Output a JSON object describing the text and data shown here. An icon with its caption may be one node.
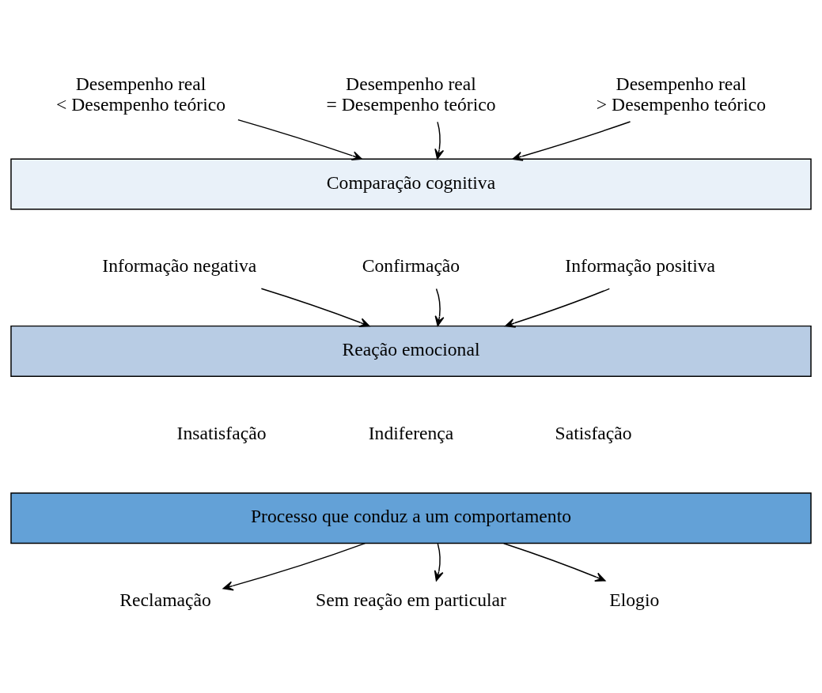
{
  "diagram": {
    "nodes": [
      {
        "text": [
          "Desempenho real",
          "< Desempenho teórico"
        ]
      },
      {
        "text": [
          "Desempenho real",
          "= Desempenho teórico"
        ]
      },
      {
        "text": [
          "Desempenho real",
          "> Desempenho teórico"
        ]
      },
      {
        "text": [
          "Comparação cognitiva"
        ]
      },
      {
        "text": [
          "Informação negativa"
        ]
      },
      {
        "text": [
          "Confirmação"
        ]
      },
      {
        "text": [
          "Informação positiva"
        ]
      },
      {
        "text": [
          "Reação emocional"
        ]
      },
      {
        "text": [
          "Processo que conduz a um comportamento"
        ]
      },
      {
        "text": [
          "Reclamação"
        ]
      },
      {
        "text": [
          "Sem reação em particular"
        ]
      },
      {
        "text": [
          "Elogio"
        ]
      }
    ],
    "edges": [
      {
        "from": 0,
        "to": 3,
        "arrow": "to"
      },
      {
        "from": 1,
        "to": 3,
        "arrow": "to"
      },
      {
        "from": 2,
        "to": 3,
        "arrow": "to"
      },
      {
        "from": 4,
        "to": 7,
        "arrow": "to"
      },
      {
        "from": 5,
        "to": 7,
        "arrow": "to"
      },
      {
        "from": 6,
        "to": 7,
        "arrow": "to"
      },
      {
        "from": 8,
        "to": 9,
        "arrow": "to"
      },
      {
        "from": 8,
        "to": 10,
        "arrow": "to"
      },
      {
        "from": 8,
        "to": 11,
        "arrow": "to"
      }
    ],
    "labels": [
      "Insatisfação",
      "Indiferença",
      "Satisfação"
    ]
  }
}
